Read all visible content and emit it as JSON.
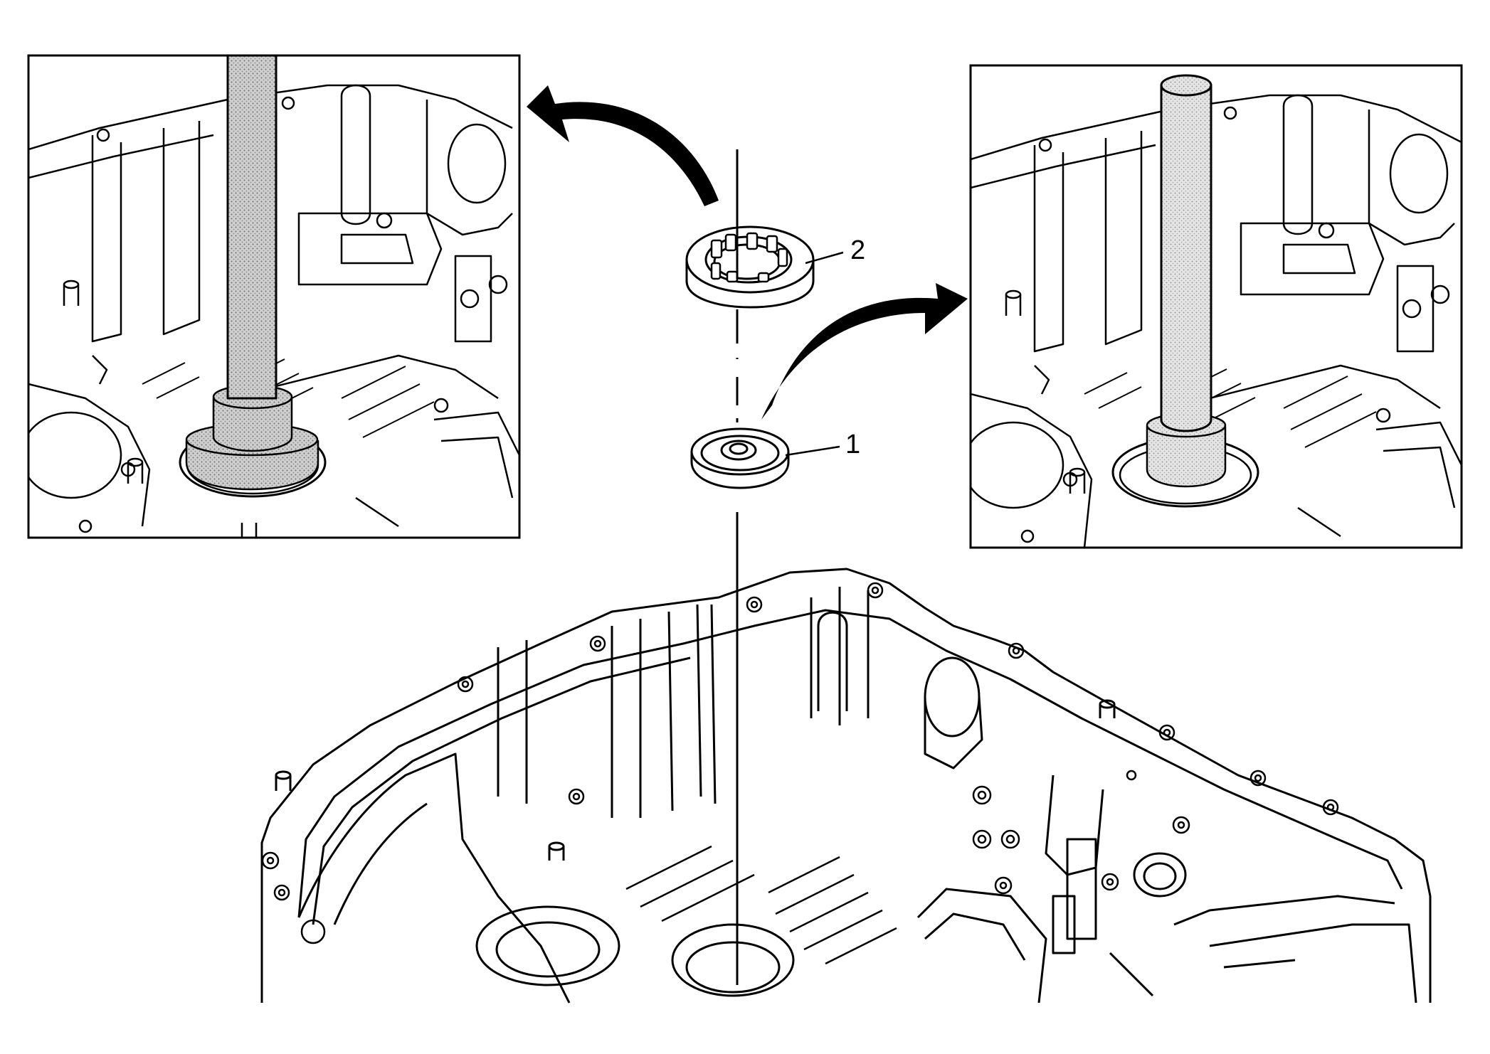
{
  "callouts": [
    {
      "id": "1",
      "label": "1"
    },
    {
      "id": "2",
      "label": "2"
    }
  ],
  "colors": {
    "line": "#000000",
    "background": "#ffffff",
    "tool_fill": "#b8b8b8",
    "tool_fill_light": "#d2d2d2"
  }
}
